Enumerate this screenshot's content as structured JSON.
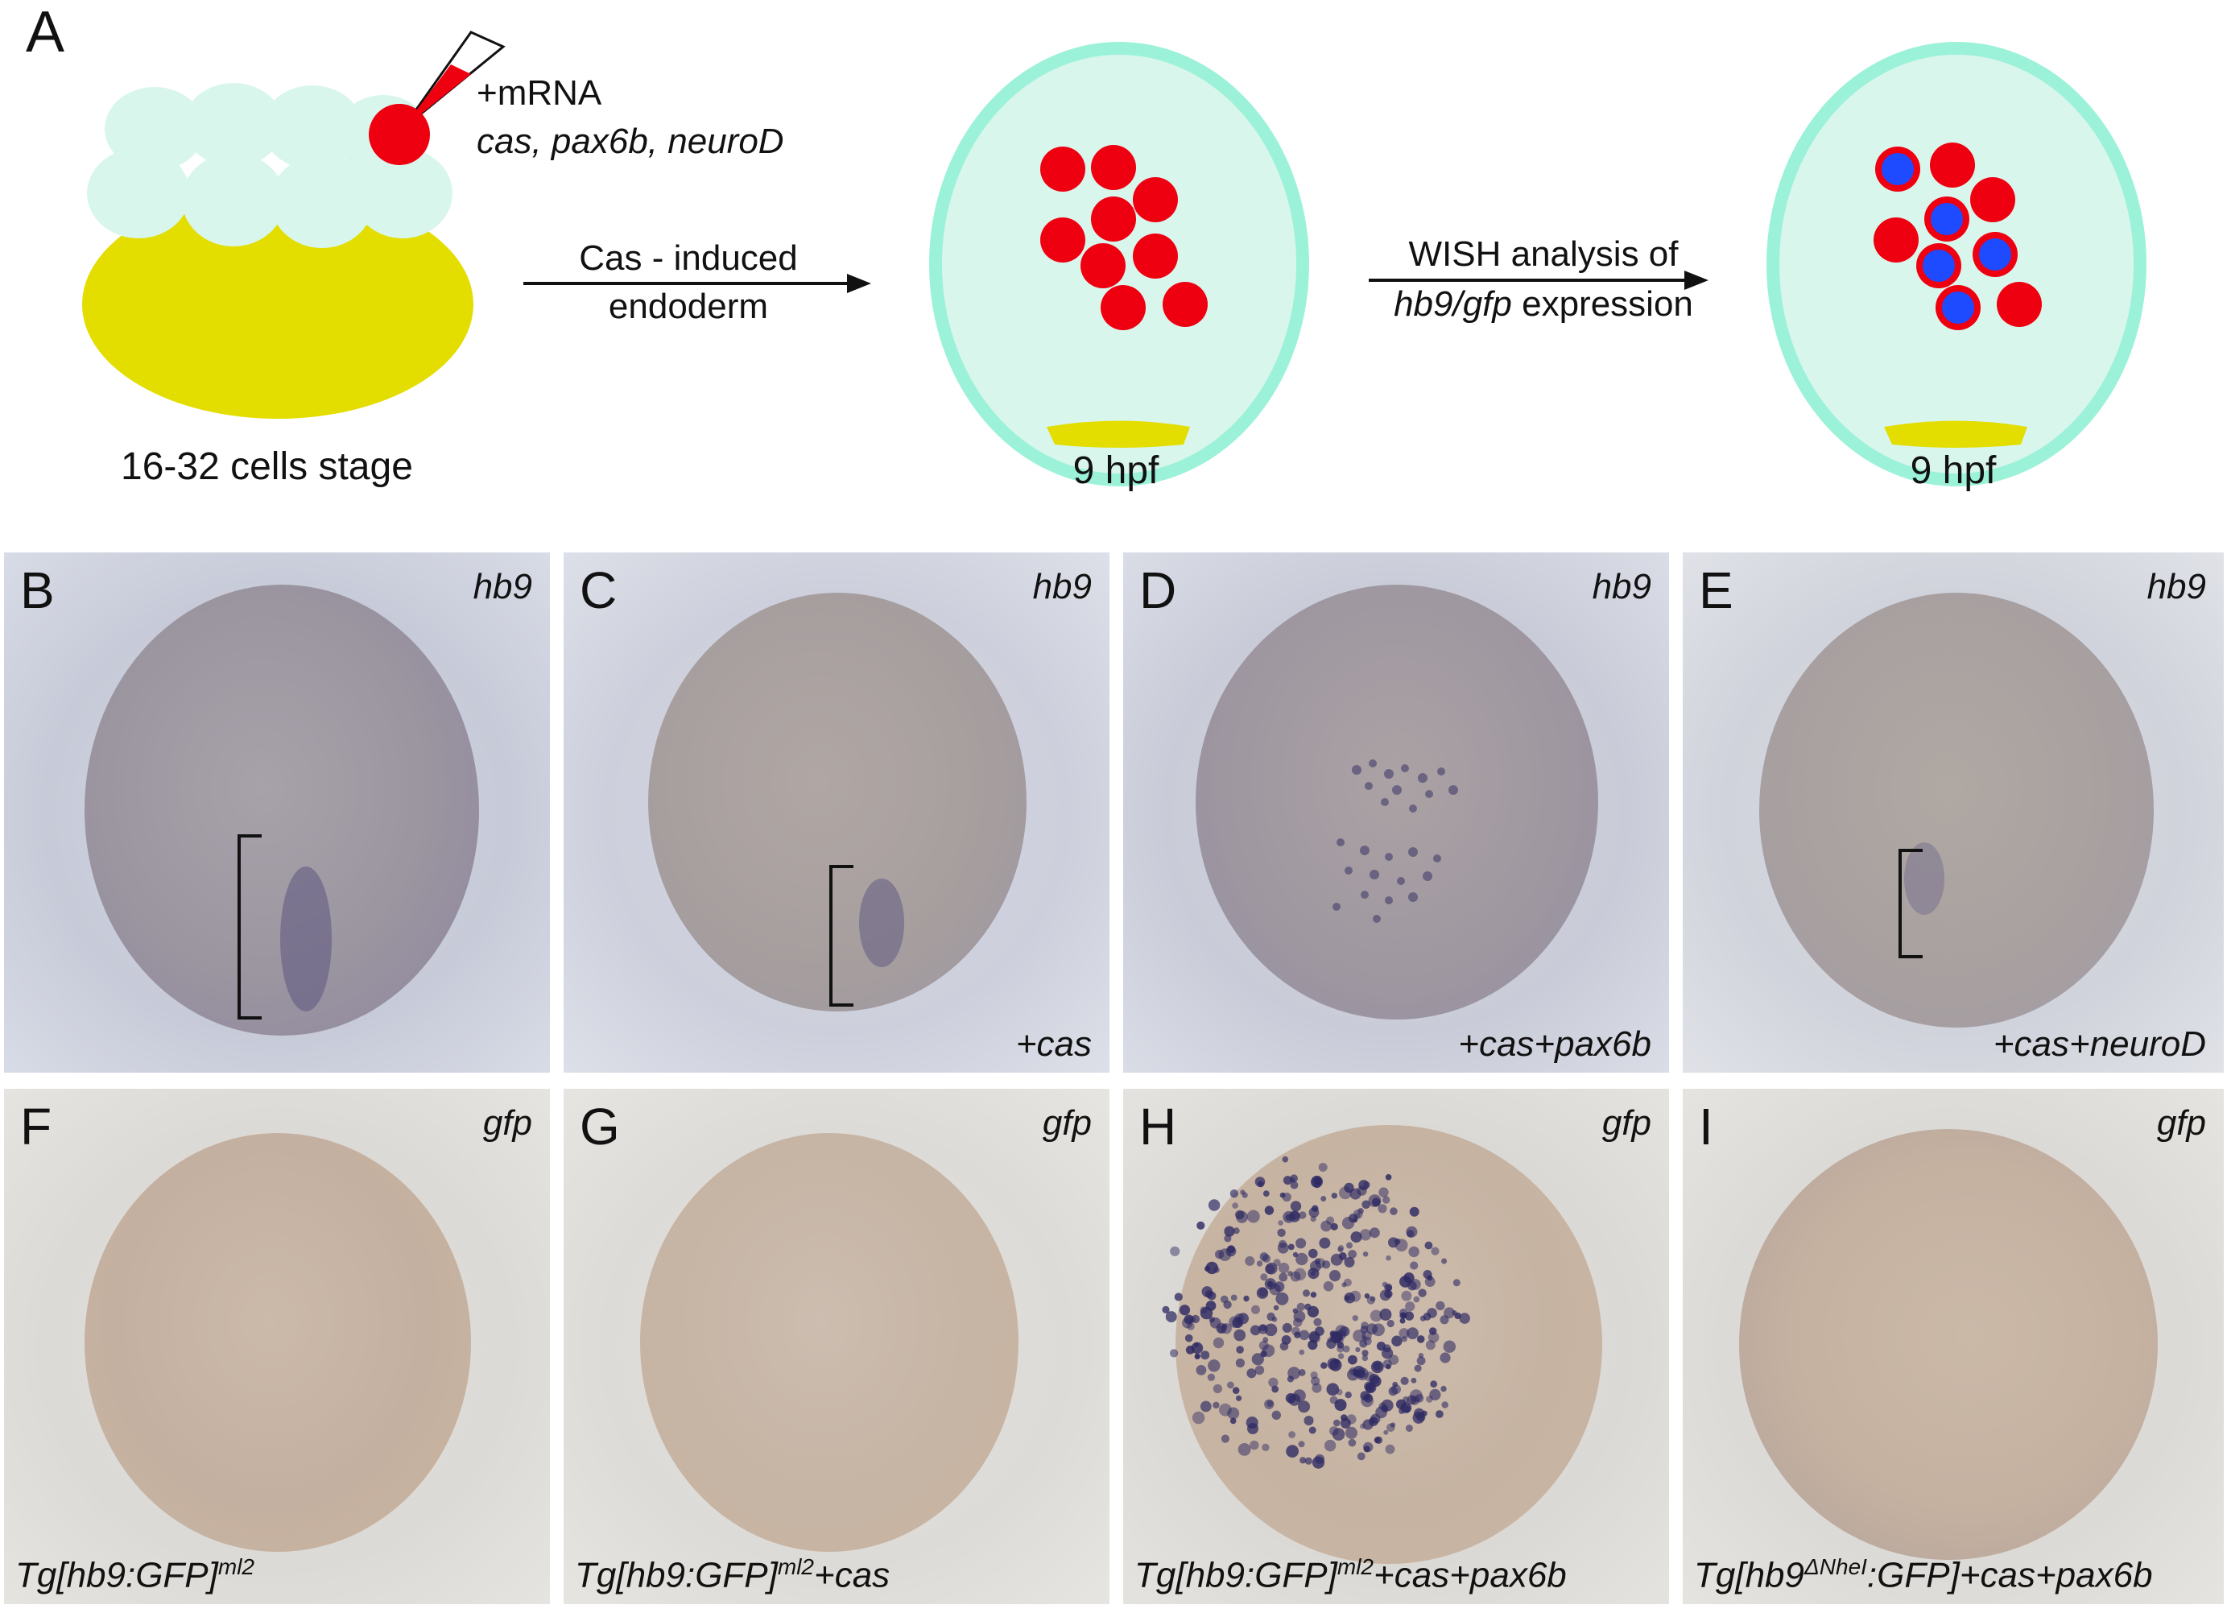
{
  "panel_a": {
    "letter": "A",
    "mrna_label": "+mRNA",
    "mrna_genes": "cas, pax6b, neuroD",
    "stage_label": "16-32 cells stage",
    "arrow1_line1": "Cas - induced",
    "arrow1_line2": "endoderm",
    "embryo1_label": "9 hpf",
    "arrow2_line1": "WISH analysis of",
    "arrow2_line2_italic": "hb9/gfp",
    "arrow2_line2_rest": " expression",
    "embryo2_label": "9 hpf",
    "colors": {
      "yolk": "#e3dd00",
      "blastomere": "#d9f6ec",
      "envelope": "#9cf2d8",
      "cell_red": "#ee0010",
      "cell_blue": "#1e4bff"
    }
  },
  "panels": [
    {
      "letter": "B",
      "gene": "hb9",
      "condition": "",
      "bracket": true
    },
    {
      "letter": "C",
      "gene": "hb9",
      "condition": "+cas",
      "bracket": true
    },
    {
      "letter": "D",
      "gene": "hb9",
      "condition": "+cas+pax6b",
      "bracket": false
    },
    {
      "letter": "E",
      "gene": "hb9",
      "condition": "+cas+neuroD",
      "bracket": true
    },
    {
      "letter": "F",
      "gene": "gfp",
      "condition_main": "Tg[hb9:GFP]",
      "condition_sup": "ml2",
      "condition_rest": ""
    },
    {
      "letter": "G",
      "gene": "gfp",
      "condition_main": "Tg[hb9:GFP]",
      "condition_sup": "ml2",
      "condition_rest": "+cas"
    },
    {
      "letter": "H",
      "gene": "gfp",
      "condition_main": "Tg[hb9:GFP]",
      "condition_sup": "ml2",
      "condition_rest": "+cas+pax6b"
    },
    {
      "letter": "I",
      "gene": "gfp",
      "condition_main": "Tg[hb9",
      "condition_sup": "ΔNheI",
      "condition_rest": ":GFP]+cas+pax6b"
    }
  ]
}
